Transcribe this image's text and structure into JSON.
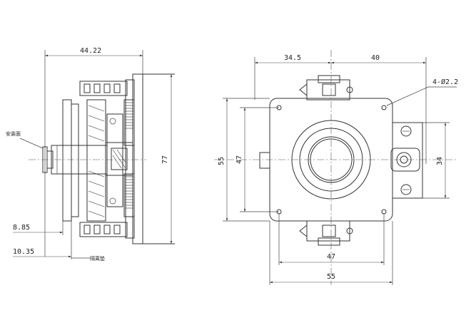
{
  "side_view": {
    "dim_width": "44.22",
    "dim_height": "77",
    "dim_small_1": "8.85",
    "dim_small_2": "10.35",
    "label_left": "安装面",
    "label_bottom": "隔离垫"
  },
  "front_view": {
    "dim_left_width": "34.5",
    "dim_right_width": "40",
    "dim_hole": "4-Ø2.2",
    "dim_outer_height": "55",
    "dim_inner_height": "47",
    "dim_right_height": "34",
    "dim_bottom_inner": "47",
    "dim_bottom_outer": "55"
  }
}
